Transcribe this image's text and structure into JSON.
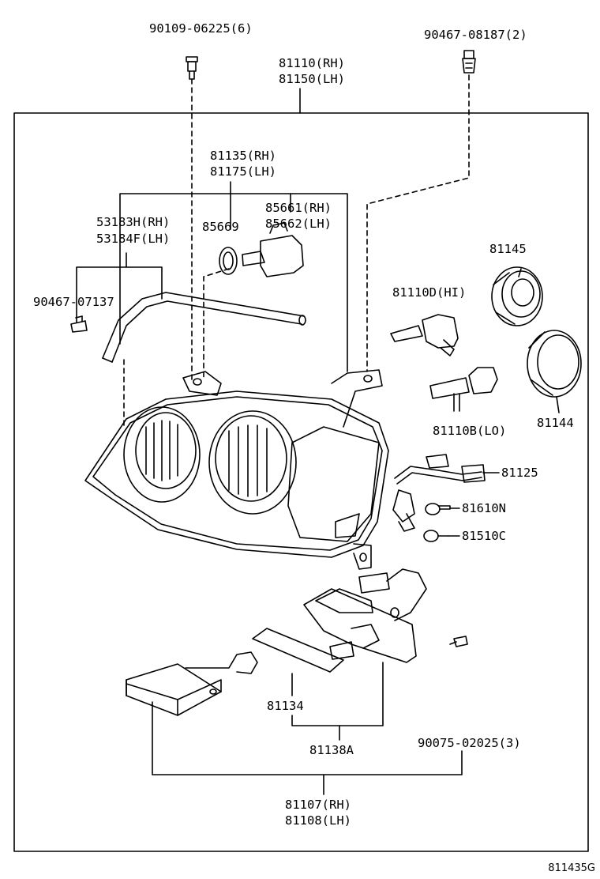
{
  "labels": {
    "p90109": "90109-06225(6)",
    "p90467a": "90467-08187(2)",
    "p81110_rh": "81110(RH)",
    "p81110_lh": "81150(LH)",
    "p81135_rh": "81135(RH)",
    "p81135_lh": "81175(LH)",
    "p85661_rh": "85661(RH)",
    "p85661_lh": "85662(LH)",
    "p53183_rh": "53183H(RH)",
    "p53183_lh": "53184F(LH)",
    "p85669": "85669",
    "p90467b": "90467-07137",
    "p81145": "81145",
    "p81110d": "81110D(HI)",
    "p81144": "81144",
    "p81110b": "81110B(LO)",
    "p81125": "81125",
    "p81610n": "81610N",
    "p81510c": "81510C",
    "p81134": "81134",
    "p81138a": "81138A",
    "p90075": "90075-02025(3)",
    "p81107_rh": "81107(RH)",
    "p81107_lh": "81108(LH)"
  },
  "figure_id": "811435G"
}
